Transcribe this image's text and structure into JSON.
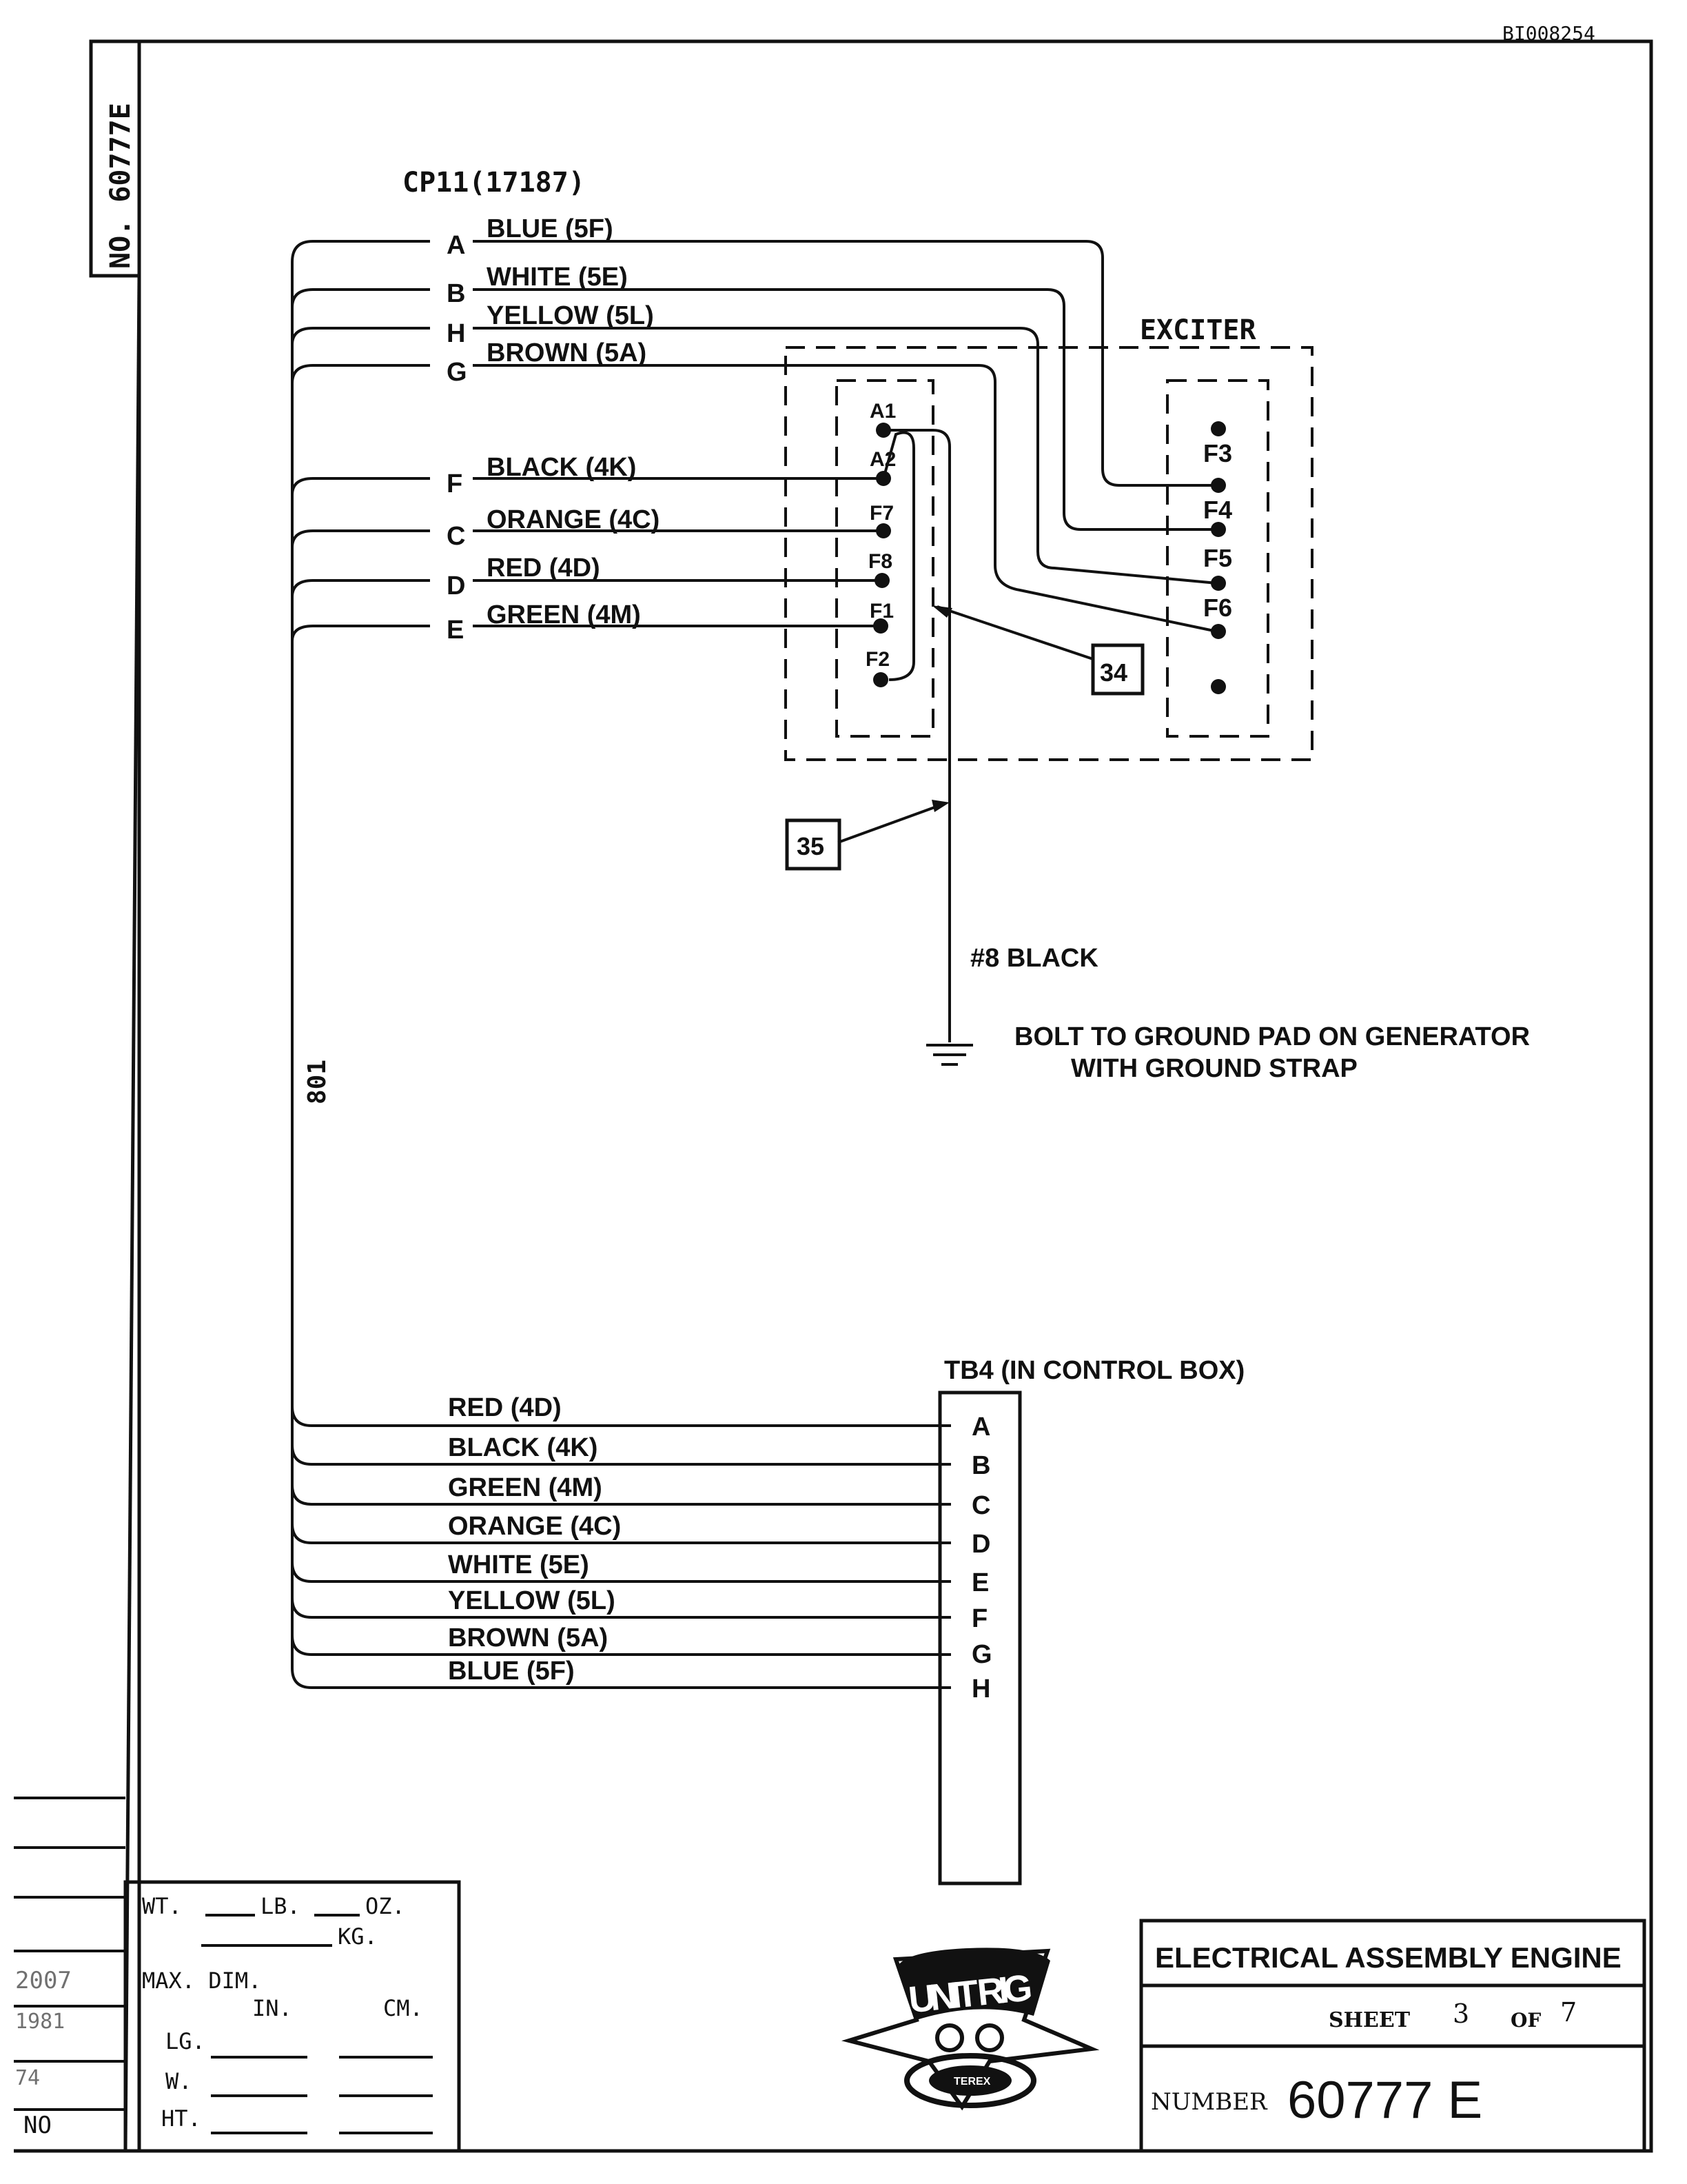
{
  "doc_code": "BI008254",
  "drawing_no_vertical": "NO. 60777E",
  "mark_801": "801",
  "connector": {
    "label": "CP11(17187)",
    "wires": [
      {
        "pin": "A",
        "wire": "BLUE (5F)"
      },
      {
        "pin": "B",
        "wire": "WHITE (5E)"
      },
      {
        "pin": "H",
        "wire": "YELLOW (5L)"
      },
      {
        "pin": "G",
        "wire": "BROWN (5A)"
      },
      {
        "pin": "F",
        "wire": "BLACK (4K)"
      },
      {
        "pin": "C",
        "wire": "ORANGE (4C)"
      },
      {
        "pin": "D",
        "wire": "RED (4D)"
      },
      {
        "pin": "E",
        "wire": "GREEN (4M)"
      }
    ]
  },
  "exciter": {
    "label": "EXCITER",
    "left_terminals": [
      "A1",
      "A2",
      "F7",
      "F8",
      "F1",
      "F2"
    ],
    "right_terminals": [
      "F3",
      "F4",
      "F5",
      "F6"
    ]
  },
  "callouts": [
    "34",
    "35"
  ],
  "ground": {
    "wire": "#8 BLACK",
    "note_line1": "BOLT TO GROUND PAD ON GENERATOR",
    "note_line2": "WITH GROUND STRAP"
  },
  "terminal_board": {
    "label": "TB4 (IN CONTROL BOX)",
    "wires": [
      {
        "pin": "A",
        "wire": "RED (4D)"
      },
      {
        "pin": "B",
        "wire": "BLACK (4K)"
      },
      {
        "pin": "C",
        "wire": "GREEN (4M)"
      },
      {
        "pin": "D",
        "wire": "ORANGE (4C)"
      },
      {
        "pin": "E",
        "wire": "WHITE (5E)"
      },
      {
        "pin": "F",
        "wire": "YELLOW (5L)"
      },
      {
        "pin": "G",
        "wire": "BROWN (5A)"
      },
      {
        "pin": "H",
        "wire": "BLUE (5F)"
      }
    ]
  },
  "weight_block": {
    "wt": "WT.",
    "lb": "LB.",
    "oz": "OZ.",
    "kg": "KG.",
    "max_dim": "MAX. DIM.",
    "in": "IN.",
    "cm": "CM.",
    "lg": "LG.",
    "w": "W.",
    "ht": "HT."
  },
  "left_margin_fragments": [
    "2007",
    "1981",
    "74",
    "NO"
  ],
  "logo": {
    "text": "UNIT RIG",
    "sub": "TEREX"
  },
  "title_block": {
    "title": "ELECTRICAL ASSEMBLY ENGINE",
    "sheet_label": "SHEET",
    "sheet_no": "3",
    "of_label": "OF",
    "sheet_total": "7",
    "number_label": "NUMBER",
    "number": "60777 E"
  }
}
